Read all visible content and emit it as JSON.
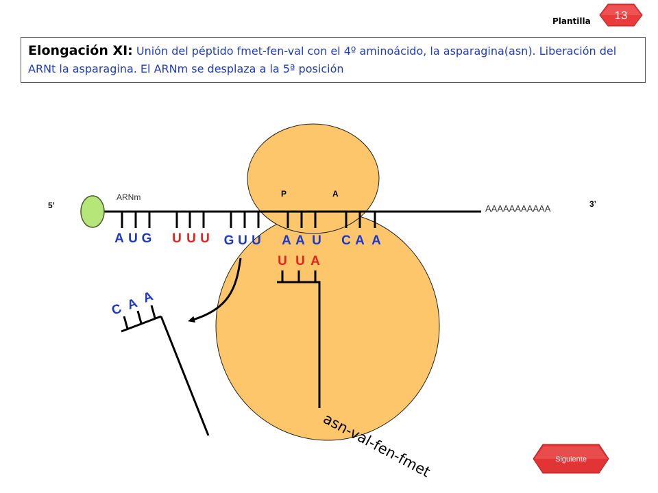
{
  "header": {
    "plantilla_label": "Plantilla",
    "slide_number": "13"
  },
  "title": {
    "lead": "Elongación XI:",
    "text": "Unión del péptido fmet-fen-val con el 4º aminoácido, la asparagina(asn). Liberación del ARNt la asparagina. El ARNm se desplaza a la 5ª posición"
  },
  "diagram": {
    "mrna_label": "ARNm",
    "five_prime": "5’",
    "three_prime": "3’",
    "poly_a": "AAAAAAAAAAA",
    "site_p": "P",
    "site_a": "A",
    "codons": [
      {
        "bases": [
          "A",
          "U",
          "G"
        ]
      },
      {
        "bases": [
          "U",
          "U",
          "U"
        ]
      },
      {
        "bases": [
          "G",
          "U",
          "U"
        ]
      },
      {
        "bases": [
          "A",
          "A",
          "U"
        ]
      },
      {
        "bases": [
          "C",
          "A",
          "A"
        ]
      }
    ],
    "anticodon_bound": [
      "U",
      "U",
      "A"
    ],
    "anticodon_released": [
      "C",
      "A",
      "A"
    ],
    "peptide": "asn-val-fen-fmet"
  },
  "colors": {
    "ribosome": "#fdc66a",
    "ribosome_outline": "#222222",
    "cap": "#b6e57a",
    "blue_base": "#1d38c9",
    "red_base": "#e6231e",
    "badge": "#ea3a3a"
  },
  "nav": {
    "next_label": "Siguiente"
  }
}
